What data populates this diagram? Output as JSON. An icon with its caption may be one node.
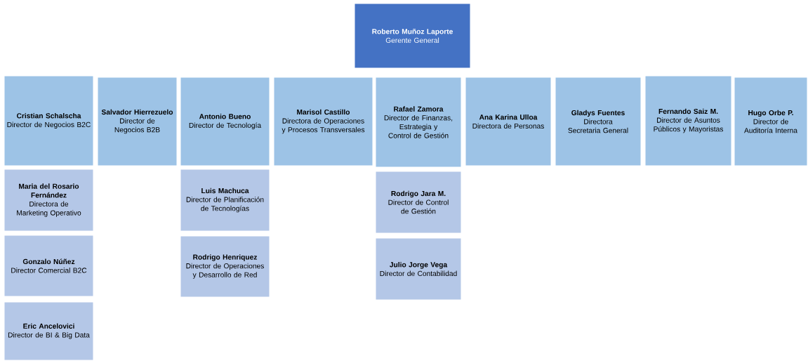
{
  "diagram": {
    "nodes": [
      {
        "text": [
          "Roberto Muñoz Laporte",
          "Gerente General"
        ]
      },
      {
        "text": [
          "Cristian Schalscha",
          "Director de Negocios B2C"
        ]
      },
      {
        "text": [
          "Salvador Hierrezuelo",
          "Director de Negocios B2B"
        ]
      },
      {
        "text": [
          "Antonio Bueno",
          "Director de Tecnología"
        ]
      },
      {
        "text": [
          "Marisol Castillo",
          "Directora de Operaciones y Procesos Transversales"
        ]
      },
      {
        "text": [
          "Rafael Zamora",
          "Director de Finanzas, Estrategia y Control de Gestión"
        ]
      },
      {
        "text": [
          "Ana Karina Ulloa",
          "Directora de Personas"
        ]
      },
      {
        "text": [
          "Gladys Fuentes",
          "Directora Secretaria General"
        ]
      },
      {
        "text": [
          "Fernando Saiz M.",
          "Director de Asuntos Públicos y Mayoristas"
        ]
      },
      {
        "text": [
          "Hugo Orbe P.",
          "Director de Auditoría Interna"
        ]
      },
      {
        "text": [
          "Maria del Rosario Fernández",
          "Directora de Marketing Operativo"
        ]
      },
      {
        "text": [
          "Luis Machuca",
          "Director de Planificación de Tecnologías"
        ]
      },
      {
        "text": [
          "Rodrigo Jara M.",
          "Director de Control de Gestión"
        ]
      },
      {
        "text": [
          "Gonzalo Núñez",
          "Director Comercial B2C"
        ]
      },
      {
        "text": [
          "Rodrigo Henriquez",
          "Director de Operaciones y Desarrollo de Red"
        ]
      },
      {
        "text": [
          "Julio Jorge Vega",
          "Director de Contabilidad"
        ]
      },
      {
        "text": [
          "Eric Ancelovici",
          "Director de BI & Big Data"
        ]
      }
    ]
  }
}
